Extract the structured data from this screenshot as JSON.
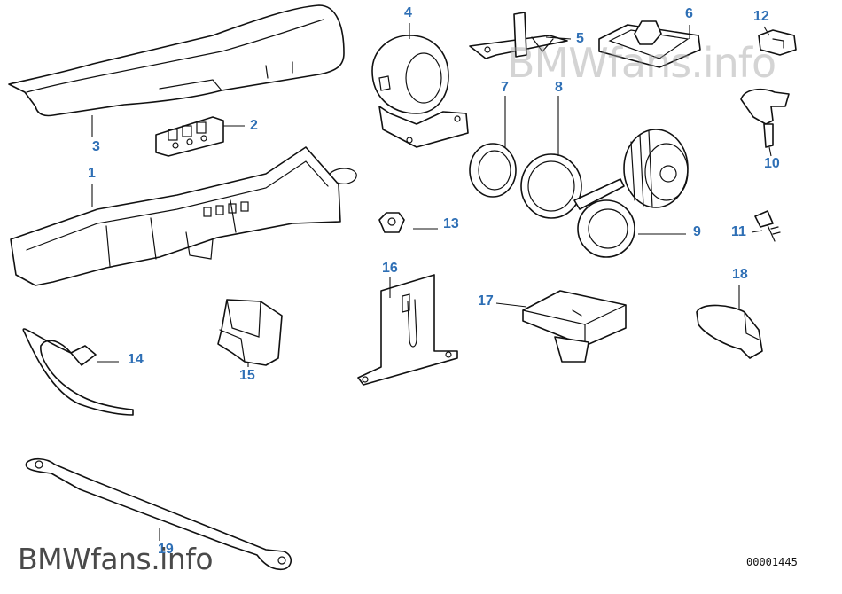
{
  "diagram": {
    "callouts": [
      "1",
      "2",
      "3",
      "4",
      "5",
      "6",
      "7",
      "8",
      "9",
      "10",
      "11",
      "12",
      "13",
      "14",
      "15",
      "16",
      "17",
      "18",
      "19"
    ],
    "diagram_number": "00001445",
    "label_color": "#2e6fb5"
  },
  "watermark": {
    "top_text": "BMWfans.info",
    "bottom_text": "BMWfans.info"
  }
}
